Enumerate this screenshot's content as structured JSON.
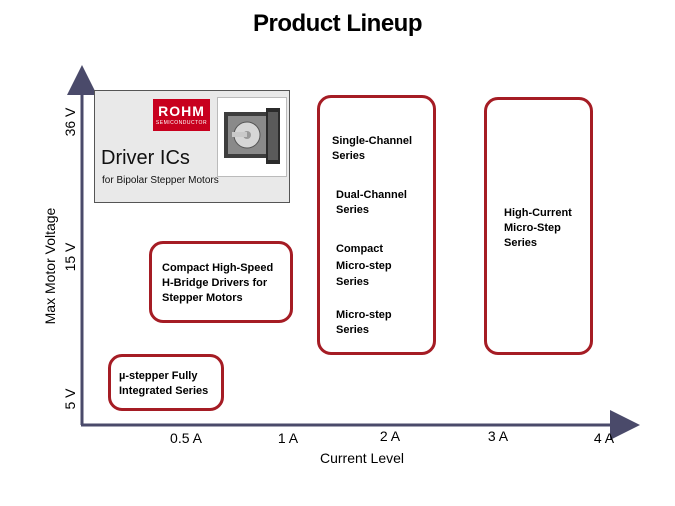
{
  "title": "Product Lineup",
  "axes": {
    "y_label": "Max Motor Voltage",
    "x_label": "Current Level",
    "y_ticks": [
      "36 V",
      "15 V",
      "5 V"
    ],
    "x_ticks": [
      "0.5 A",
      "1 A",
      "2 A",
      "3 A",
      "4 A"
    ]
  },
  "brand": {
    "logo_main": "ROHM",
    "logo_sub": "SEMICONDUCTOR",
    "heading": "Driver ICs",
    "subheading": "for Bipolar Stepper Motors"
  },
  "groups": {
    "mu_stepper": [
      "µ-stepper Fully",
      "Integrated Series"
    ],
    "compact_hbridge": [
      "Compact High-Speed",
      "H-Bridge Drivers for",
      "Stepper Motors"
    ],
    "middle": [
      [
        "Single-Channel",
        "Series"
      ],
      [
        "Dual-Channel",
        "Series"
      ],
      [
        "Compact",
        "Micro-step",
        "Series"
      ],
      [
        "Micro-step",
        "Series"
      ]
    ],
    "high_current": [
      "High-Current",
      "Micro-Step",
      "Series"
    ]
  },
  "colors": {
    "box_border": "#a51c24",
    "logo_bg": "#c8001e",
    "axis": "#4a4a6a"
  }
}
